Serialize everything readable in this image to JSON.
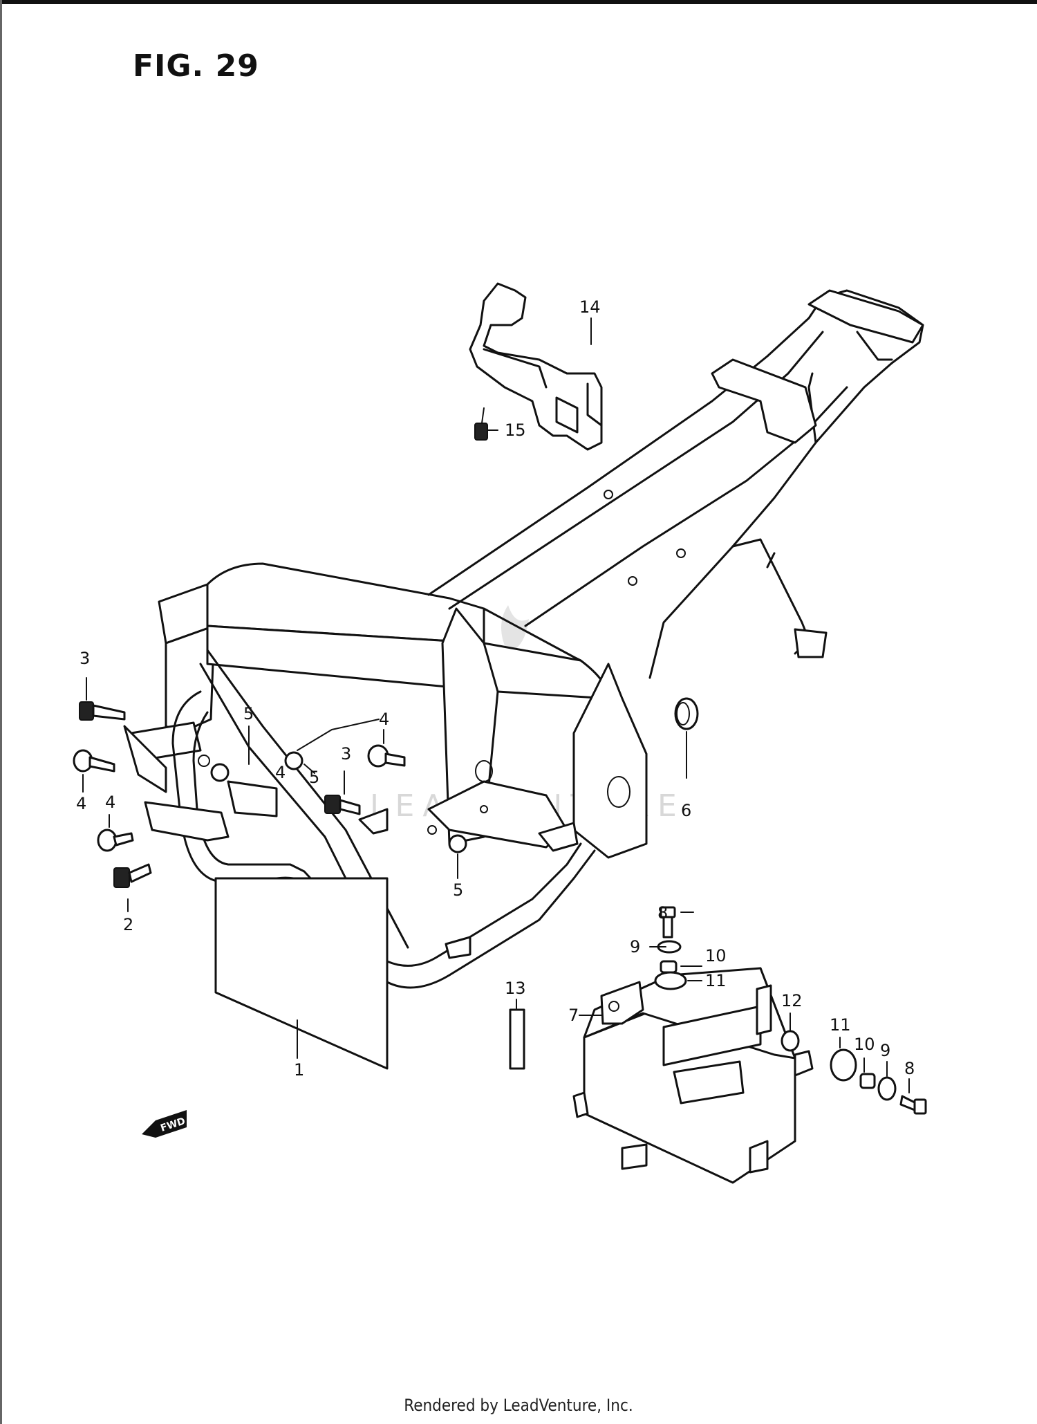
{
  "figure": {
    "title": "FIG. 29"
  },
  "watermark": {
    "text": "LEADVENTURE"
  },
  "footer": {
    "text": "Rendered by LeadVenture, Inc."
  },
  "fwd_badge": {
    "text": "FWD"
  },
  "callouts": {
    "c1": "1",
    "c2": "2",
    "c3a": "3",
    "c3b": "3",
    "c4a": "4",
    "c4b": "4",
    "c4c": "4",
    "c4d": "4",
    "c5a": "5",
    "c5b": "5",
    "c5c": "5",
    "c6": "6",
    "c7": "7",
    "c8a": "8",
    "c8b": "8",
    "c9a": "9",
    "c9b": "9",
    "c10a": "10",
    "c10b": "10",
    "c11a": "11",
    "c11b": "11",
    "c12": "12",
    "c13": "13",
    "c14": "14",
    "c15": "15"
  },
  "colors": {
    "ink": "#111111",
    "watermark": "#d8d8d8",
    "paper": "#ffffff"
  }
}
